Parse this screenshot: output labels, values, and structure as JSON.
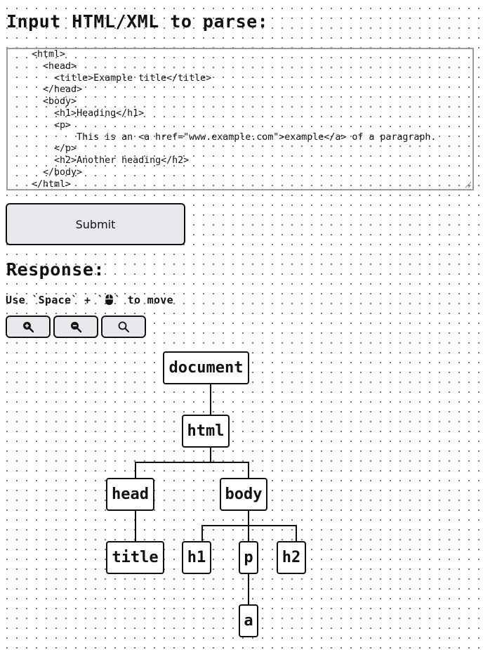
{
  "input_section": {
    "heading": "Input HTML/XML to parse:",
    "textarea_value": "    <html>\n      <head>\n        <title>Example title</title>\n      </head>\n      <body>\n        <h1>Heading</h1>\n        <p>\n            This is an <a href=\"www.example.com\">example</a> of a paragraph.\n        </p>\n        <h2>Another heading</h2>\n      </body>\n    </html>",
    "submit_label": "Submit"
  },
  "response_section": {
    "heading": "Response:",
    "hint_before": "Use `Space` + `",
    "hint_icon": "mouse-icon",
    "hint_after": "` to move",
    "zoom_buttons": [
      {
        "name": "zoom-in-button",
        "icon": "zoom-in-icon"
      },
      {
        "name": "zoom-out-button",
        "icon": "zoom-out-icon"
      },
      {
        "name": "zoom-reset-button",
        "icon": "search-icon"
      }
    ]
  },
  "tree": {
    "nodes": {
      "document": "document",
      "html": "html",
      "head": "head",
      "body": "body",
      "title": "title",
      "h1": "h1",
      "p": "p",
      "h2": "h2",
      "a": "a"
    }
  }
}
